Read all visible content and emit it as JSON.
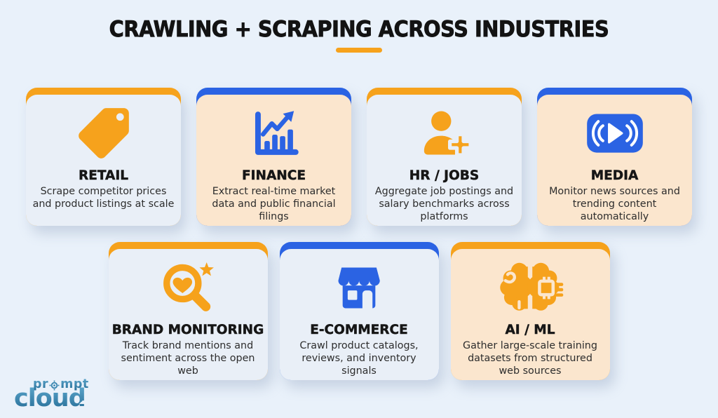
{
  "header": {
    "title": "CRAWLING + SCRAPING ACROSS INDUSTRIES",
    "underline_color": "#F6A21C"
  },
  "colors": {
    "page_background": "#E9F1FA",
    "orange_accent": "#F6A21C",
    "blue_accent": "#2B63E3",
    "card_body_light_blue": "#E9EFF7",
    "card_body_peach": "#FBE6CE",
    "title_text": "#131313",
    "body_text": "#2D2D2D"
  },
  "cards": [
    {
      "title": "RETAIL",
      "description": "Scrape competitor prices and product listings at scale",
      "icon": "price-tag-icon",
      "accent": "orange",
      "body_color": "light-blue"
    },
    {
      "title": "FINANCE",
      "description": "Extract real-time market data and public financial filings",
      "icon": "bar-chart-growth-icon",
      "accent": "blue",
      "body_color": "peach"
    },
    {
      "title": "HR / JOBS",
      "description": "Aggregate job postings and salary benchmarks across platforms",
      "icon": "add-person-icon",
      "accent": "orange",
      "body_color": "light-blue"
    },
    {
      "title": "MEDIA",
      "description": "Monitor news sources and trending content automatically",
      "icon": "broadcast-play-icon",
      "accent": "blue",
      "body_color": "peach"
    },
    {
      "title": "BRAND MONITORING",
      "description": "Track brand mentions and sentiment across the open web",
      "icon": "magnifier-heart-star-icon",
      "accent": "orange",
      "body_color": "light-blue"
    },
    {
      "title": "E-COMMERCE",
      "description": "Crawl product catalogs, reviews, and inventory signals",
      "icon": "storefront-icon",
      "accent": "blue",
      "body_color": "light-blue"
    },
    {
      "title": "AI / ML",
      "description": "Gather large-scale training datasets from structured web sources",
      "icon": "brain-chip-icon",
      "accent": "orange",
      "body_color": "peach"
    }
  ],
  "logo": {
    "line1": "prompt",
    "line1_part1": "pr",
    "line1_part2": "mpt",
    "line2": "cloud"
  }
}
